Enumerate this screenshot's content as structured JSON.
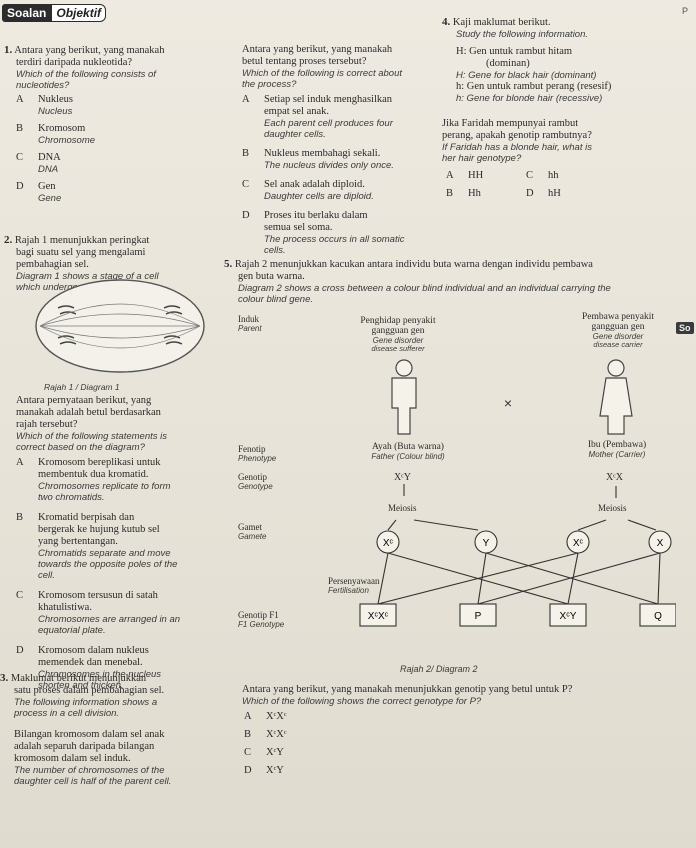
{
  "header": {
    "tag_left": "Soalan",
    "tag_right": "Objektif"
  },
  "q1": {
    "number": "1.",
    "ms": [
      "Antara yang berikut, yang manakah",
      "terdiri daripada nukleotida?"
    ],
    "en": [
      "Which of the following consists of",
      "nucleotides?"
    ],
    "options": [
      {
        "letter": "A",
        "ms": "Nukleus",
        "en": "Nucleus"
      },
      {
        "letter": "B",
        "ms": "Kromosom",
        "en": "Chromosome"
      },
      {
        "letter": "C",
        "ms": "DNA",
        "en": "DNA"
      },
      {
        "letter": "D",
        "ms": "Gen",
        "en": "Gene"
      }
    ]
  },
  "q2": {
    "number": "2.",
    "ms": [
      "Rajah 1 menunjukkan peringkat",
      "bagi suatu sel yang mengalami",
      "pembahagian sel."
    ],
    "en": [
      "Diagram 1 shows a stage of a cell",
      "which undergoes a cell division."
    ],
    "caption": "Rajah 1 / Diagram 1",
    "stem_ms": [
      "Antara pernyataan berikut, yang",
      "manakah adalah betul berdasarkan",
      "rajah tersebut?"
    ],
    "stem_en": [
      "Which of the following statements is",
      "correct based on the diagram?"
    ],
    "options": [
      {
        "letter": "A",
        "ms": [
          "Kromosom bereplikasi untuk",
          "membentuk dua kromatid."
        ],
        "en": [
          "Chromosomes replicate to form",
          "two chromatids."
        ]
      },
      {
        "letter": "B",
        "ms": [
          "Kromatid berpisah dan",
          "bergerak ke hujung kutub sel",
          "yang bertentangan."
        ],
        "en": [
          "Chromatids separate and move",
          "towards the opposite poles of the",
          "cell."
        ]
      },
      {
        "letter": "C",
        "ms": [
          "Kromosom tersusun di satah",
          "khatulistiwa."
        ],
        "en": [
          "Chromosomes are arranged in an",
          "equatorial plate."
        ]
      },
      {
        "letter": "D",
        "ms": [
          "Kromosom dalam nukleus",
          "memendek dan menebal."
        ],
        "en": [
          "Chromosomes in the nucleus",
          "shorten and thicken."
        ]
      }
    ]
  },
  "q3": {
    "number": "3.",
    "ms": [
      "Maklumat berikut menunjukkan",
      "satu proses dalam pembahagian sel."
    ],
    "en": [
      "The following information shows a",
      "process in a cell division."
    ],
    "info_ms": [
      "Bilangan kromosom dalam sel anak",
      "adalah separuh daripada bilangan",
      "kromosom dalam sel induk."
    ],
    "info_en": [
      "The number of chromosomes of the",
      "daughter cell is half of the parent cell."
    ]
  },
  "q_mid": {
    "ms": [
      "Antara yang berikut, yang manakah",
      "betul tentang proses tersebut?"
    ],
    "en": [
      "Which of the following is correct about",
      "the process?"
    ],
    "options": [
      {
        "letter": "A",
        "ms": [
          "Setiap sel induk menghasilkan",
          "empat sel anak."
        ],
        "en": [
          "Each parent cell produces four",
          "daughter cells."
        ]
      },
      {
        "letter": "B",
        "ms": [
          "Nukleus membahagi sekali."
        ],
        "en": [
          "The nucleus divides only once."
        ]
      },
      {
        "letter": "C",
        "ms": [
          "Sel anak adalah diploid."
        ],
        "en": [
          "Daughter cells are diploid."
        ]
      },
      {
        "letter": "D",
        "ms": [
          "Proses itu berlaku dalam",
          "semua sel soma."
        ],
        "en": [
          "The process occurs in all somatic",
          "cells."
        ]
      }
    ]
  },
  "q4": {
    "number": "4.",
    "ms": [
      "Kaji maklumat berikut."
    ],
    "en": [
      "Study the following information."
    ],
    "info": [
      {
        "ms": "H: Gen untuk rambut hitam",
        "note_ms": "(dominan)",
        "en": "H: Gene for black hair (dominant)"
      },
      {
        "ms": "h: Gen untuk rambut perang (resesif)",
        "en": "h: Gene for blonde hair (recessive)"
      }
    ],
    "stem_ms": [
      "Jika Faridah mempunyai rambut",
      "perang, apakah genotip rambutnya?"
    ],
    "stem_en": [
      "If Faridah has a blonde hair, what is",
      "her hair genotype?"
    ],
    "options": [
      {
        "letter": "A",
        "value": "HH"
      },
      {
        "letter": "B",
        "value": "Hh"
      },
      {
        "letter": "C",
        "value": "hh"
      },
      {
        "letter": "D",
        "value": "hH"
      }
    ]
  },
  "q5": {
    "number": "5.",
    "ms": [
      "Rajah 2 menunjukkan kacukan antara individu buta warna dengan individu pembawa",
      "gen buta warna."
    ],
    "en": [
      "Diagram 2 shows a cross between a colour blind individual and an individual carrying the",
      "colour blind gene."
    ],
    "diagram": {
      "left_col": [
        {
          "ms": "Induk",
          "en": "Parent"
        },
        {
          "ms": "Fenotip",
          "en": "Phenotype"
        },
        {
          "ms": "Genotip",
          "en": "Genotype"
        },
        {
          "ms": "Gamet",
          "en": "Gamete"
        },
        {
          "ms": "Persenyawaan",
          "en": "Fertilisation"
        },
        {
          "ms": "Genotip F1",
          "en": "F1 Genotype"
        }
      ],
      "penghidap_ms": "Penghidap penyakit",
      "penghidap_ms2": "gangguan gen",
      "penghidap_en": "Gene disorder",
      "penghidap_en2": "disease sufferer",
      "pembawa_ms": "Pembawa penyakit",
      "pembawa_ms2": "gangguan gen",
      "pembawa_en": "Gene disorder",
      "pembawa_en2": "disease carrier",
      "cross": "×",
      "father_ms": "Ayah (Buta warna)",
      "father_en": "Father (Colour blind)",
      "mother_ms": "Ibu (Pembawa)",
      "mother_en": "Mother (Carrier)",
      "father_genotype": "XᶜY",
      "mother_genotype": "XᶜX",
      "meiosis": "Meiosis",
      "gametes": [
        "Xᶜ",
        "Y",
        "Xᶜ",
        "X"
      ],
      "f1": [
        "XᶜXᶜ",
        "P",
        "XᶜY",
        "Q"
      ],
      "caption": "Rajah 2/ Diagram 2"
    },
    "stem_ms": [
      "Antara yang berikut, yang manakah menunjukkan genotip yang betul untuk P?"
    ],
    "stem_en": [
      "Which of the following shows the correct genotype for P?"
    ],
    "options": [
      {
        "letter": "A",
        "value": "XᶜXᶜ"
      },
      {
        "letter": "B",
        "value": "XᶜXᶜ"
      },
      {
        "letter": "C",
        "value": "XᶜY"
      },
      {
        "letter": "D",
        "value": "XᶜY"
      }
    ]
  }
}
